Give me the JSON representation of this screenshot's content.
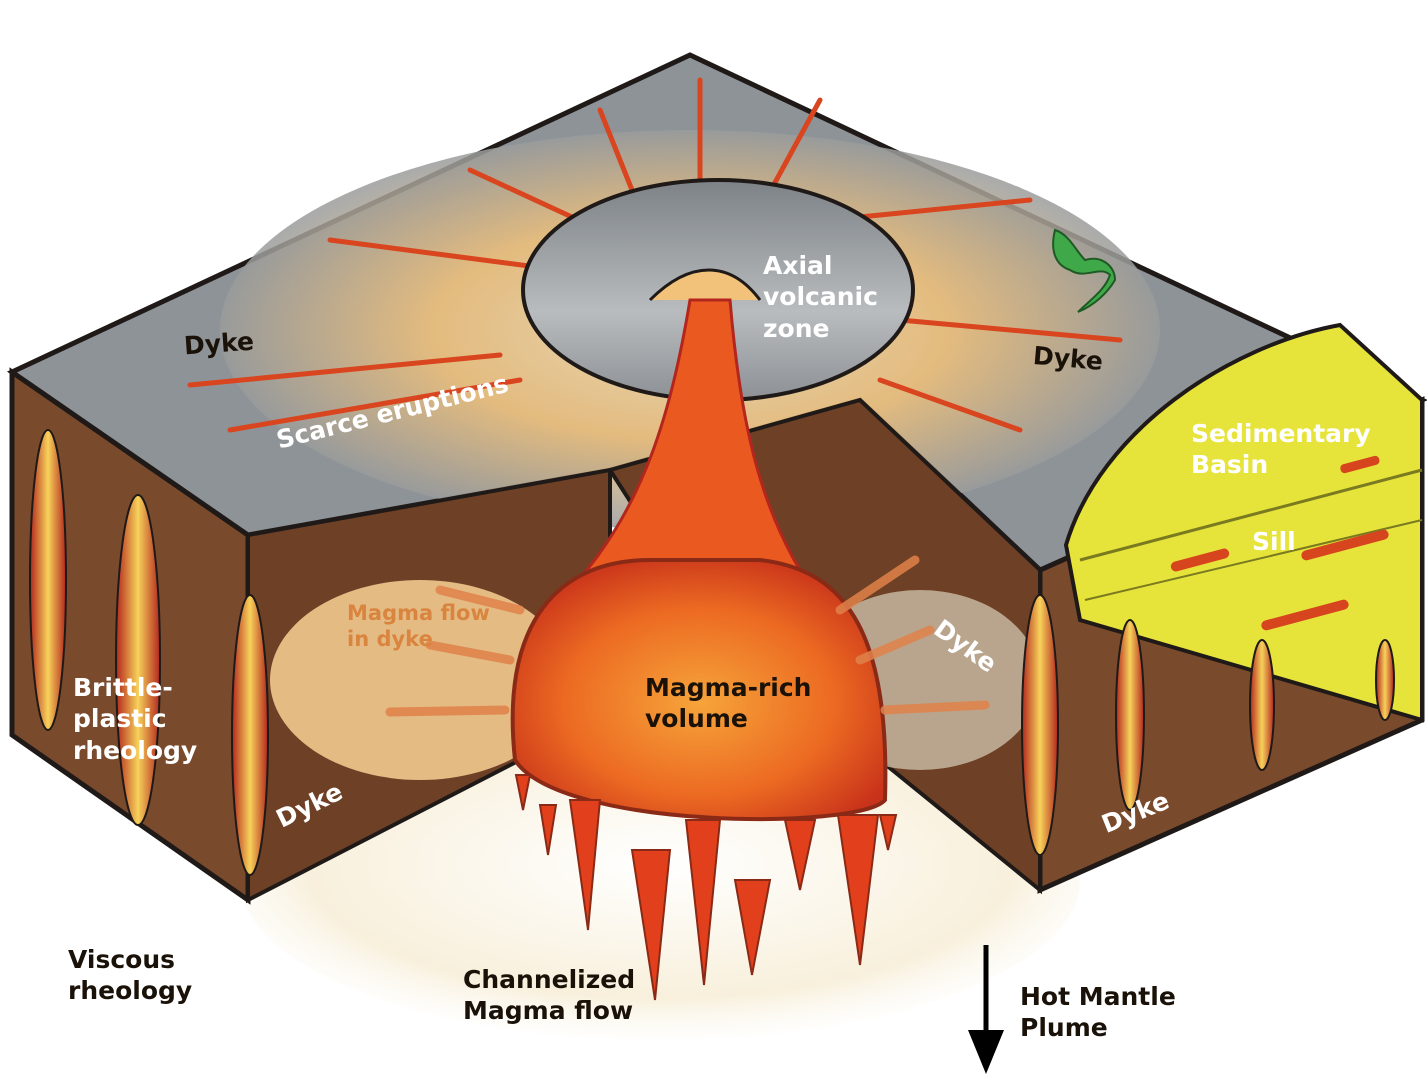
{
  "labels": {
    "dyke_left_top": "Dyke",
    "dyke_right_top": "Dyke",
    "axial_volcanic_zone": "Axial\nvolcanic\nzone",
    "scarce_eruptions": "Scarce eruptions",
    "sedimentary_basin": "Sedimentary\nBasin",
    "sill": "Sill",
    "dyke_right_mid": "Dyke",
    "magma_flow_in_dyke": "Magma flow\nin dyke",
    "brittle_plastic_rheology": "Brittle-\nplastic\nrheology",
    "magma_rich_volume": "Magma-rich\nvolume",
    "dyke_left_bottom": "Dyke",
    "dyke_right_bottom": "Dyke",
    "viscous_rheology": "Viscous\nrheology",
    "channelized_magma_flow": "Channelized\nMagma flow",
    "hot_mantle_plume": "Hot Mantle\nPlume"
  },
  "colors": {
    "crust_top": "#8e9398",
    "halo": "#f2c27a",
    "brown_block": "#7a4a2c",
    "magma": "#e8511c",
    "sediment": "#e6e33a",
    "outline": "#1f1a18"
  }
}
